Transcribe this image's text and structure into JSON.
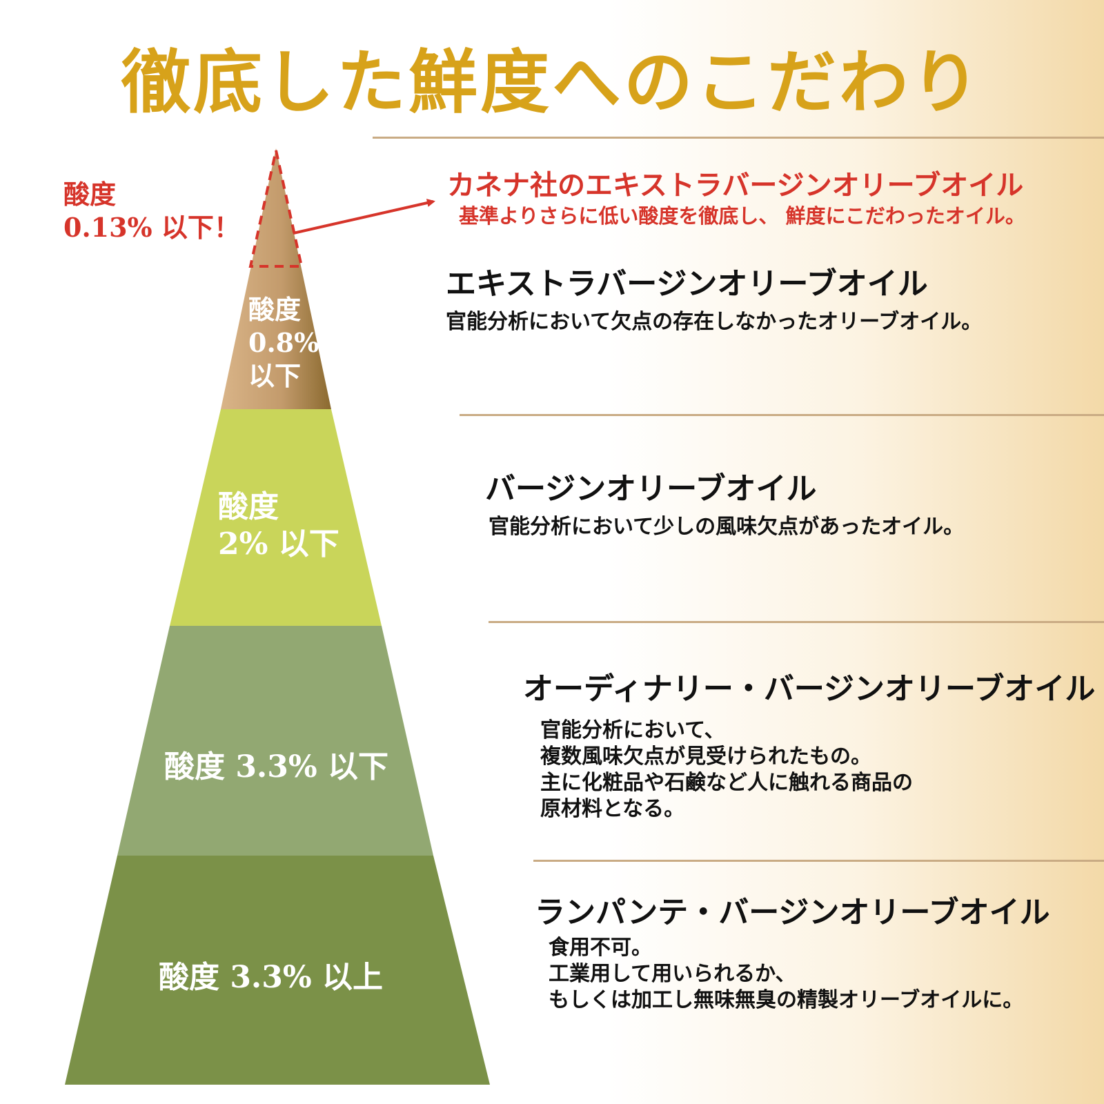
{
  "title": "徹底した鮮度へのこだわり",
  "highlight": {
    "acidity_line1": "酸度",
    "acidity_line2": "0.13% 以下！",
    "heading": "カネナ社のエキストラバージンオリーブオイル",
    "subtext": "基準よりさらに低い酸度を徹底し、 鮮度にこだわったオイル。"
  },
  "tiers": [
    {
      "label_line1": "酸度",
      "label_line2": "0.8%",
      "label_line3": "以下",
      "color": "#c8a377"
    },
    {
      "label_line1": "酸度",
      "label_line2": "2% 以下",
      "color": "#c9d55a"
    },
    {
      "label": "酸度 3.3% 以下",
      "color": "#92a872"
    },
    {
      "label": "酸度 3.3% 以上",
      "color": "#7b9148"
    }
  ],
  "grades": [
    {
      "title": "エキストラバージンオリーブオイル",
      "description": "官能分析において欠点の存在しなかったオリーブオイル。"
    },
    {
      "title": "バージンオリーブオイル",
      "description": "官能分析において少しの風味欠点があったオイル。"
    },
    {
      "title": "オーディナリー・バージンオリーブオイル",
      "description": "官能分析において、\n複数風味欠点が見受けられたもの。\n主に化粧品や石鹸など人に触れる商品の\n原材料となる。"
    },
    {
      "title": "ランパンテ・バージンオリーブオイル",
      "description": "食用不可。\n工業用して用いられるか、\nもしくは加工し無味無臭の精製オリーブオイルに。"
    }
  ],
  "colors": {
    "gold": "#d7a21a",
    "red": "#d6342a",
    "divider": "#c9ab84"
  }
}
